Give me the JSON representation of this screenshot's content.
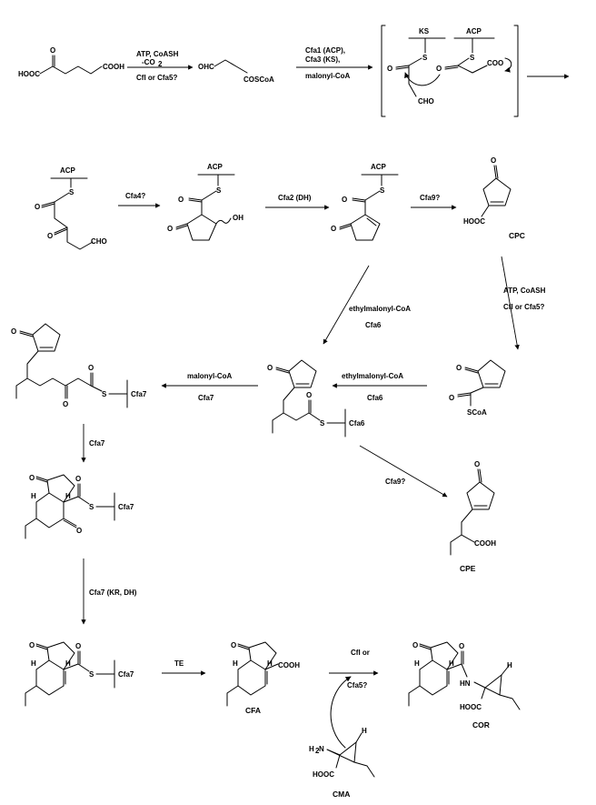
{
  "step1": {
    "above": "ATP, CoASH",
    "above2": "-CO",
    "above2_sub": "2",
    "below": "Cfl or Cfa5?"
  },
  "step2": {
    "line1": "Cfa1 (ACP),",
    "line2": "Cfa3 (KS),",
    "line3": "malonyl-CoA"
  },
  "step3": {
    "label": "Cfa4?"
  },
  "step4": {
    "label": "Cfa2 (DH)"
  },
  "step5": {
    "label": "Cfa9?"
  },
  "step6": {
    "line1": "ATP, CoASH",
    "line2": "Cfl or Cfa5?"
  },
  "step7": {
    "line1": "ethylmalonyl-CoA",
    "line2": "Cfa6"
  },
  "step8": {
    "line1": "ethylmalonyl-CoA",
    "line2": "Cfa6"
  },
  "step9": {
    "line1": "malonyl-CoA",
    "line2": "Cfa7"
  },
  "step10": {
    "label": "Cfa9?"
  },
  "step11": {
    "label": "Cfa7"
  },
  "step12": {
    "label": "Cfa7 (KR, DH)"
  },
  "step13": {
    "label": "TE"
  },
  "step14": {
    "line1": "Cfl or",
    "line2": "Cfa5?"
  },
  "groups": {
    "hooc": "HOOC",
    "cooh": "COOH",
    "ohc": "OHC",
    "coscoa": "COSCoA",
    "ks": "KS",
    "acp": "ACP",
    "coo": "COO",
    "cho": "CHO",
    "oh": "OH",
    "o": "O",
    "s": "S",
    "scoa": "SCoA",
    "h": "H",
    "cfa6": "Cfa6",
    "cfa7": "Cfa7",
    "hn": "HN",
    "h2n": "H",
    "n": "N"
  },
  "compounds": {
    "cpc": "CPC",
    "cpe": "CPE",
    "cfa": "CFA",
    "cma": "CMA",
    "cor": "COR"
  }
}
